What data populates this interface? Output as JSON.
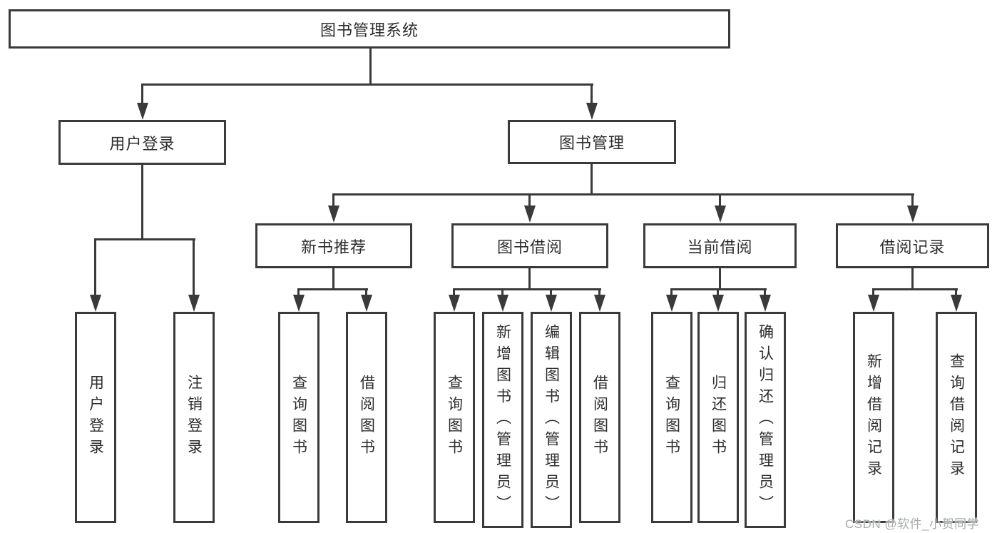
{
  "tree": {
    "root": {
      "label": "图书管理系统"
    },
    "branches": [
      {
        "label": "用户登录",
        "children": [
          {
            "label": "用户登录"
          },
          {
            "label": "注销登录"
          }
        ]
      },
      {
        "label": "图书管理",
        "groups": [
          {
            "label": "新书推荐",
            "children": [
              {
                "label": "查询图书"
              },
              {
                "label": "借阅图书"
              }
            ]
          },
          {
            "label": "图书借阅",
            "children": [
              {
                "label": "查询图书"
              },
              {
                "label": "新增图书（管理员）"
              },
              {
                "label": "编辑图书（管理员）"
              },
              {
                "label": "借阅图书"
              }
            ]
          },
          {
            "label": "当前借阅",
            "children": [
              {
                "label": "查询图书"
              },
              {
                "label": "归还图书"
              },
              {
                "label": "确认归还（管理员）"
              }
            ]
          },
          {
            "label": "借阅记录",
            "children": [
              {
                "label": "新增借阅记录"
              },
              {
                "label": "查询借阅记录"
              }
            ]
          }
        ]
      }
    ]
  },
  "watermark": "CSDN @软件_小贺同学"
}
